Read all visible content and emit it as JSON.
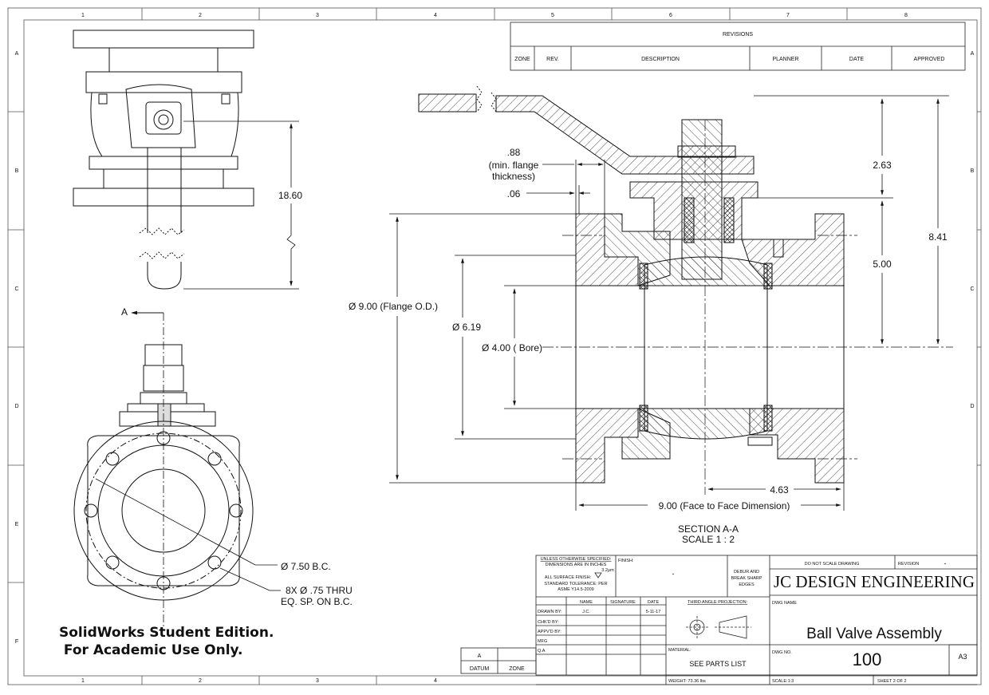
{
  "border": {
    "columns": [
      "1",
      "2",
      "3",
      "4",
      "5",
      "6",
      "7",
      "8"
    ],
    "rows": [
      "A",
      "B",
      "C",
      "D",
      "E",
      "F"
    ]
  },
  "revisions": {
    "title": "REVISIONS",
    "headers": [
      "ZONE",
      "REV.",
      "DESCRIPTION",
      "PLANNER",
      "DATE",
      "APPROVED"
    ]
  },
  "dimensions": {
    "height_18_60": "18.60",
    "flange_thickness_value": ".88",
    "flange_thickness_note_1": "(min. flange",
    "flange_thickness_note_2": "thickness)",
    "gap_06": ".06",
    "dim_2_63": "2.63",
    "dim_8_41": "8.41",
    "dim_5_00": "5.00",
    "flange_od": "Ø 9.00 (Flange O.D.)",
    "dia_6_19": "Ø 6.19",
    "bore": "Ø 4.00 ( Bore)",
    "dim_4_63": "4.63",
    "face_to_face": "9.00 (Face to Face Dimension)",
    "bolt_circle": "Ø 7.50 B.C.",
    "holes_line1": "8X  Ø  .75 THRU",
    "holes_line2": "EQ. SP. ON B.C.",
    "section_marker": "A"
  },
  "section": {
    "label": "SECTION A-A",
    "scale": "SCALE 1 : 2"
  },
  "watermark": {
    "line1": "SolidWorks Student Edition.",
    "line2": " For Academic Use Only."
  },
  "datum_box": {
    "datum_value": "A",
    "datum_label": "DATUM",
    "zone_label": "ZONE"
  },
  "title_block": {
    "notes_1": "UNLESS OTHERWISE SPECIFIED:",
    "notes_2": "DIMENSIONS ARE IN INCHES",
    "notes_3": "ALL SURFACE FINISH:",
    "notes_finish_val": "3.2μm",
    "notes_4": "STANDARD TOLERANCE: PER",
    "notes_5": "ASME Y14.5-2009",
    "finish_label": "FINISH:",
    "finish_value": "-",
    "debur_1": "DEBUR AND",
    "debur_2": "BREAK SHARP",
    "debur_3": "EDGES",
    "do_not_scale": "DO NOT SCALE DRAWING",
    "revision_label": "REVISION",
    "revision_value": "-",
    "company": "JC DESIGN ENGINEERING",
    "col_name": "NAME",
    "col_signature": "SIGNATURE",
    "col_date": "DATE",
    "drawn_by": "DRAWN BY:",
    "drawn_name": "J.C.",
    "drawn_date": "5-11-17",
    "chkd_by": "CHK'D BY:",
    "appvd_by": "APPV'D BY:",
    "mfg": "MFG",
    "qa": "Q.A",
    "projection": "THIRD ANGLE PROJECTION:",
    "dwg_name_label": "DWG NAME",
    "dwg_name": "Ball Valve Assembly",
    "material_label": "MATERIAL:",
    "material_value": "SEE PARTS LIST",
    "dwg_no_label": "DWG NO.",
    "dwg_no": "100",
    "sheet_size": "A3",
    "weight": "WEIGHT: 73.36 lbs",
    "scale": "SCALE:1:3",
    "sheet": "SHEET 2 OF 2"
  }
}
